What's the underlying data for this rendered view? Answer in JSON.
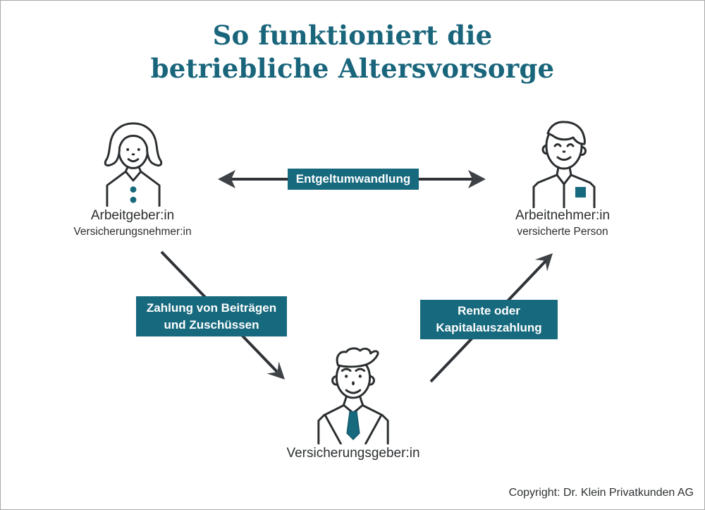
{
  "title": {
    "line1": "So funktioniert die",
    "line2": "betriebliche Altersvorsorge"
  },
  "actors": {
    "employer": {
      "name": "Arbeitgeber:in",
      "role": "Versicherungsnehmer:in",
      "figure": "woman-bob-haircut-two-teal-buttons"
    },
    "employee": {
      "name": "Arbeitnehmer:in",
      "role": "versicherte Person",
      "figure": "man-side-swept-hair-teal-pocket-square"
    },
    "insurer": {
      "name": "Versicherungsgeber:in",
      "figure": "man-spiky-hair-teal-tie"
    }
  },
  "flows": {
    "salary_conversion": {
      "label": "Entgeltumwandlung",
      "between": [
        "Arbeitgeber:in",
        "Arbeitnehmer:in"
      ],
      "direction": "bidirectional"
    },
    "contributions": {
      "label_line1": "Zahlung von Beiträgen",
      "label_line2": "und Zuschüssen",
      "from": "Arbeitgeber:in",
      "to": "Versicherungsgeber:in"
    },
    "payout": {
      "label_line1": "Rente oder",
      "label_line2": "Kapitalauszahlung",
      "from": "Versicherungsgeber:in",
      "to": "Arbeitnehmer:in"
    }
  },
  "footer": {
    "copyright": "Copyright: Dr. Klein Privatkunden AG"
  },
  "colors": {
    "title_teal": "#19657b",
    "accent_teal": "#17697e",
    "figure_outline": "#2b2e30",
    "arrow_gray": "#2f3337",
    "background": "#ffffff",
    "border": "#a9a9a9"
  }
}
